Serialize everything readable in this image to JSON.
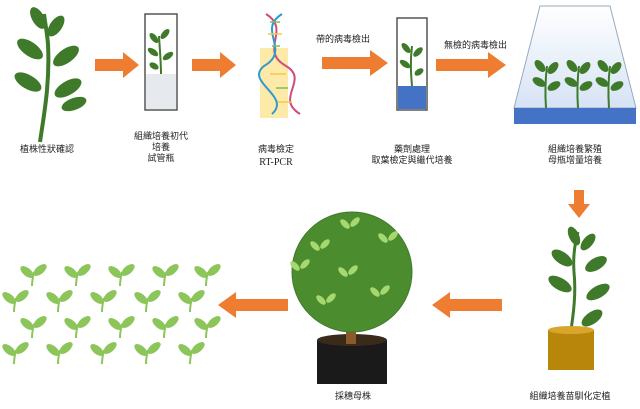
{
  "steps": {
    "s1": {
      "label": "植株性狀確認"
    },
    "s2": {
      "label": "組織培養初代\n培養\n試管瓶"
    },
    "s3": {
      "label": "病毒檢定",
      "sublabel": "RT-PCR"
    },
    "s4": {
      "label": "藥劑處理\n取葉檢定與繼代培養"
    },
    "s5": {
      "label": "組織培養繁殖\n母瓶增量培養"
    },
    "s6": {
      "label": "組織培養苗馴化定植"
    },
    "s7": {
      "label": "採穗母株"
    }
  },
  "arrows": {
    "a3": {
      "label": "帶的病毒檢出"
    },
    "a4": {
      "label": "無檢的病毒檢出"
    }
  },
  "colors": {
    "arrow": "#ee7d31",
    "leaf_dark": "#3f7a2a",
    "leaf_light": "#8cc65a",
    "liquid": "#4472c4"
  }
}
